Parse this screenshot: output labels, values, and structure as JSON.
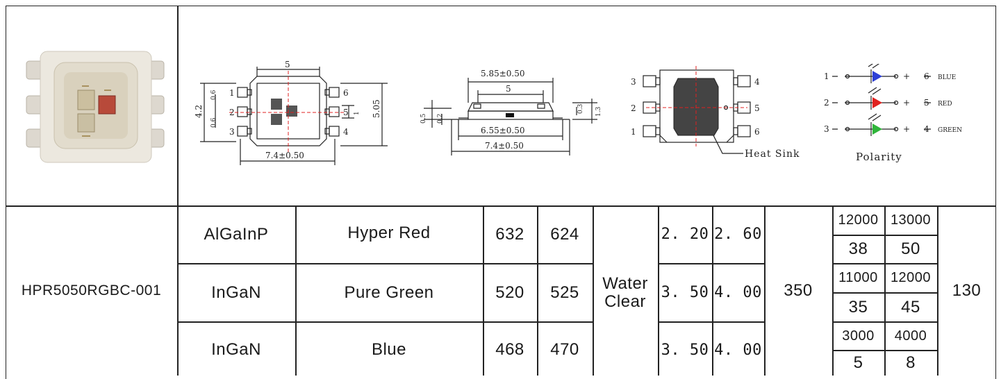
{
  "drawing": {
    "dim_top": "5",
    "dim_h1": "4.2",
    "dim_h2": "0.6",
    "dim_h3": "0.6",
    "dim_right": "5.05",
    "dim_bottom": "7.4±0.50",
    "dim_right_inner": "1",
    "pins": [
      "1",
      "2",
      "3",
      "4",
      "5",
      "6"
    ],
    "side_top1": "5.85±0.50",
    "side_top2": "5",
    "side_bot1": "6.55±0.50",
    "side_bot2": "7.4±0.50",
    "side_left1": "0.5",
    "side_left2": "0.2",
    "side_right1": "0.3",
    "side_right2": "1.3",
    "heat_sink": "Heat Sink",
    "polarity": "Polarity",
    "pol_rows": [
      {
        "l": "1",
        "r": "6",
        "c": "BLUE"
      },
      {
        "l": "2",
        "r": "5",
        "c": "RED"
      },
      {
        "l": "3",
        "r": "4",
        "c": "GREEN"
      }
    ]
  },
  "table": {
    "model": "HPR5050RGBC-001",
    "lens": [
      "Water",
      "Clear"
    ],
    "current": "350",
    "angle": "130",
    "rows": [
      {
        "material": "AlGaInP",
        "color": "Hyper Red",
        "wl_min": "632",
        "wl_max": "624",
        "vf_min": "2. 20",
        "vf_max": "2. 60",
        "iv_min": "12000",
        "iv_max": "13000",
        "lm_min": "38",
        "lm_max": "50"
      },
      {
        "material": "InGaN",
        "color": "Pure Green",
        "wl_min": "520",
        "wl_max": "525",
        "vf_min": "3. 50",
        "vf_max": "4. 00",
        "iv_min": "11000",
        "iv_max": "12000",
        "lm_min": "35",
        "lm_max": "45"
      },
      {
        "material": "InGaN",
        "color": "Blue",
        "wl_min": "468",
        "wl_max": "470",
        "vf_min": "3. 50",
        "vf_max": "4. 00",
        "iv_min": "3000",
        "iv_max": "4000",
        "lm_min": "5",
        "lm_max": "8"
      }
    ]
  },
  "colors": {
    "blue": "#2d3fd6",
    "red": "#e0221f",
    "green": "#2fb53a",
    "led_body": "#e6e1d6"
  }
}
